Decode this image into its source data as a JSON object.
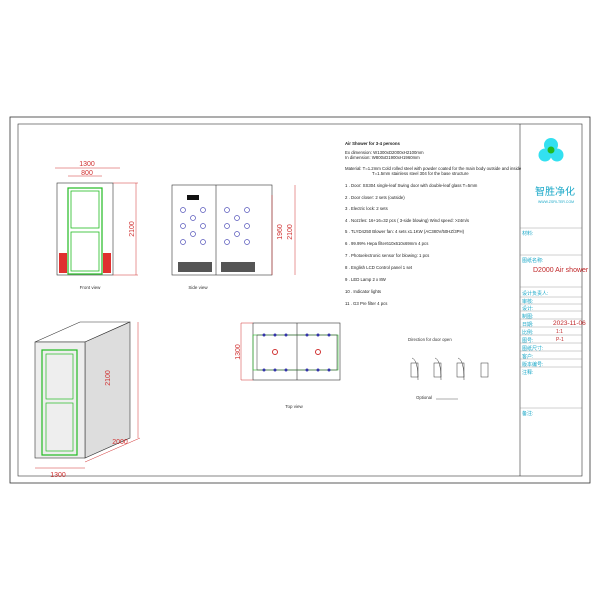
{
  "spec": {
    "title": "Air Shower  for  3-4 persons",
    "ex_dimension": "Ex dimension: W1300xD2000xH2100mm",
    "in_dimension": "In dimension: W800xD1900xH1960mm",
    "material_1": "Material:  T=1.2mm Cold rolled steel with powder coated for the main body outside and inside",
    "material_2": "T=1.5mm stainless steel 304 for the base structure",
    "items": [
      "1  .  Door: SS304 single-leaf Swing door with double-leaf glass T=5mm",
      "2  .  Door closer: 2 sets (outside)",
      "3  .  Electric lock: 2 sets",
      "4  .  Nozzles: 16+16=32 pcs ( 3-side blowing) Wind speed: >24m/s",
      "5  .  TLYD4250 Blower fan:  4 sets x1.1KW  (AC380V/50HZ/3PH)",
      "6  .  99.99% Hepa filter610x610x69mm 4 pcs",
      "7  .  Photoelectronic sensor for blowing: 1 pcs",
      "8  .  English LCD Control  panel  1 set",
      "9  .  LED Lamp  2 x 8W",
      "10  .  Indicator lights",
      "11  .  G3 Pre filter  4 pcs"
    ]
  },
  "views": {
    "front": {
      "label": "Front  view",
      "width": "1300",
      "door_width": "800",
      "height": "2100"
    },
    "side": {
      "label": "Side  view",
      "inner_height": "1960",
      "height": "2100"
    },
    "top": {
      "label": "Top  view",
      "width": "1300"
    },
    "iso": {
      "height": "2100",
      "width": "1300",
      "depth": "2000"
    },
    "direction": {
      "label": "Direction  for  door  open",
      "optional": "Optional"
    }
  },
  "title_block": {
    "company": "智胜净化",
    "website": "WWW.ZSFILTER.COM",
    "material_label": "材料:",
    "drawing_name_label": "图纸名称:",
    "drawing_name": "D2000 Air shower",
    "designer_lead_label": "设计负责人:",
    "review_label": "审核:",
    "design_label": "设计:",
    "draft_label": "制图:",
    "date_label": "日期:",
    "date": "2023-11-06",
    "scale_label": "比例:",
    "scale": "1:1",
    "drawing_no_label": "图号:",
    "drawing_no": "P-1",
    "size_label": "图纸尺寸:",
    "customer_label": "客户:",
    "version_label": "版本编号:",
    "notes_label": "注释:",
    "remarks_label": "备注:"
  },
  "colors": {
    "line": "#333333",
    "door": "#22bb22",
    "dimension": "#d03030",
    "nozzle": "#5555bb",
    "brand": "#1aa8c8"
  }
}
